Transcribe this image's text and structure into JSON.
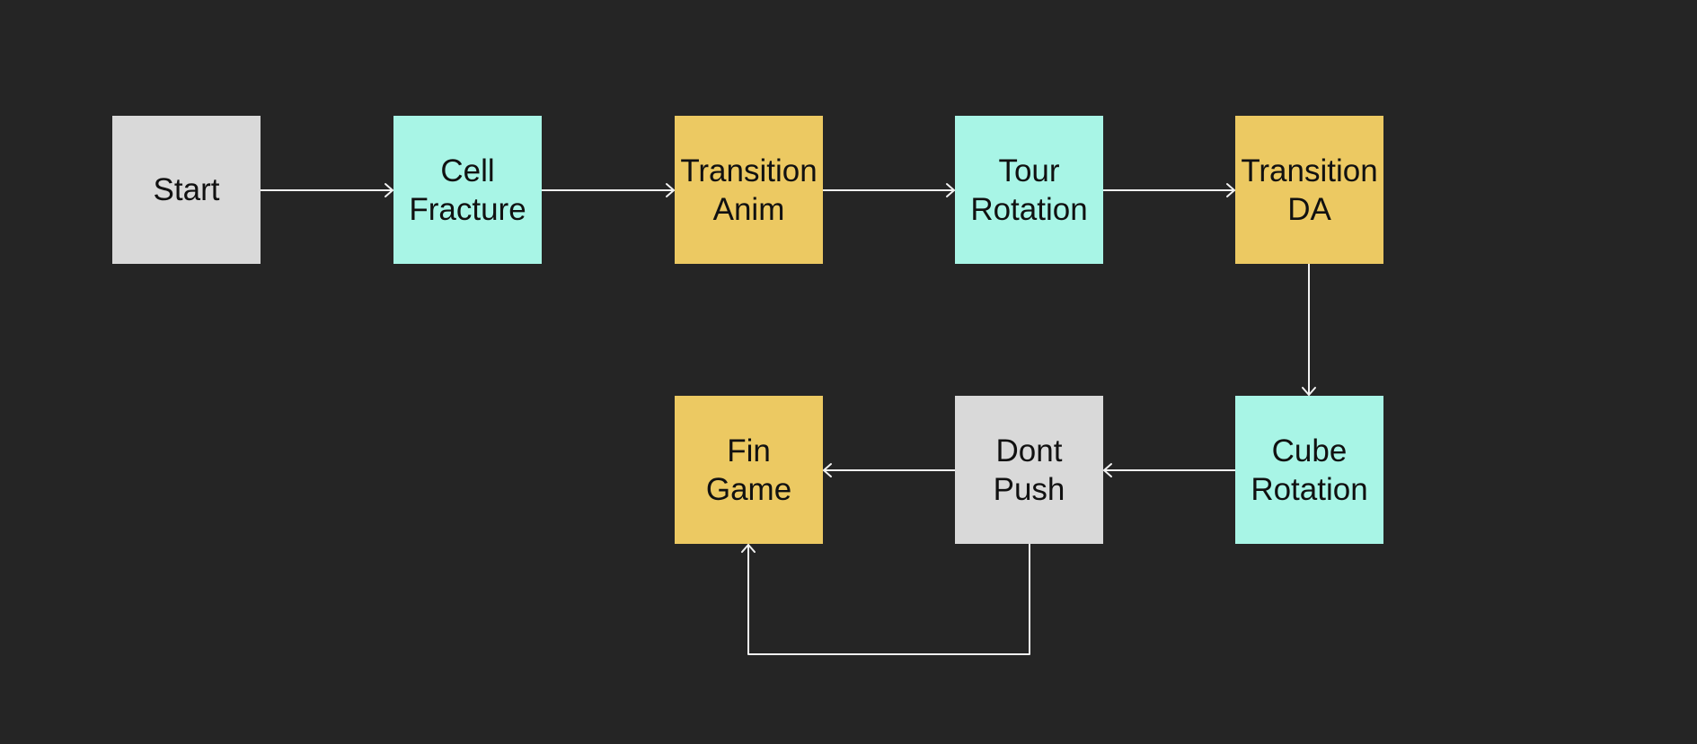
{
  "colors": {
    "background": "#252525",
    "gray": "#d9d9d9",
    "teal": "#a8f5e6",
    "yellow": "#ecc962",
    "connector": "#f2f2f2"
  },
  "nodes": [
    {
      "id": "start",
      "label": "Start",
      "color": "#d9d9d9"
    },
    {
      "id": "cell_fracture",
      "label": "Cell\nFracture",
      "color": "#a8f5e6"
    },
    {
      "id": "transition_anim",
      "label": "Transition\nAnim",
      "color": "#ecc962"
    },
    {
      "id": "tour_rotation",
      "label": "Tour\nRotation",
      "color": "#a8f5e6"
    },
    {
      "id": "transition_da",
      "label": "Transition\nDA",
      "color": "#ecc962"
    },
    {
      "id": "cube_rotation",
      "label": "Cube\nRotation",
      "color": "#a8f5e6"
    },
    {
      "id": "dont_push",
      "label": "Dont\nPush",
      "color": "#d9d9d9"
    },
    {
      "id": "fin_game",
      "label": "Fin\nGame",
      "color": "#ecc962"
    }
  ],
  "edges": [
    {
      "from": "start",
      "to": "cell_fracture"
    },
    {
      "from": "cell_fracture",
      "to": "transition_anim"
    },
    {
      "from": "transition_anim",
      "to": "tour_rotation"
    },
    {
      "from": "tour_rotation",
      "to": "transition_da"
    },
    {
      "from": "transition_da",
      "to": "cube_rotation"
    },
    {
      "from": "cube_rotation",
      "to": "dont_push"
    },
    {
      "from": "dont_push",
      "to": "fin_game"
    },
    {
      "from": "dont_push",
      "to": "fin_game"
    }
  ]
}
